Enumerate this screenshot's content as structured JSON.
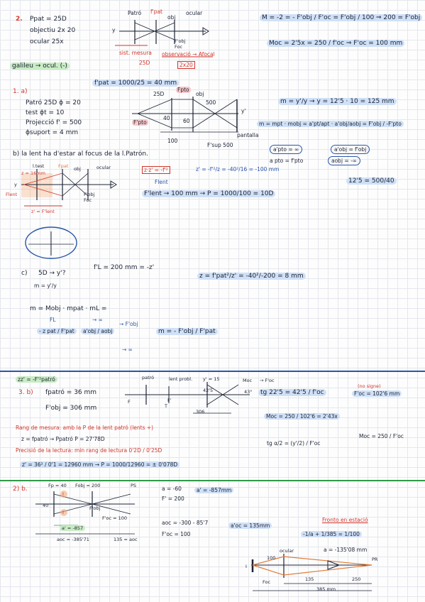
{
  "ex2": {
    "number": "2.",
    "p_pat": "Ppat = 25D",
    "objective": "objectiu 2x 20",
    "ocular": "ocular 25x",
    "galileo": "galileu → ocul. (-)",
    "diagram": {
      "pattern": "Patró",
      "f_pat": "f'pat",
      "obj": "obj",
      "ocular": "ocular",
      "y": "y",
      "f_obj": "F'obj",
      "f_oc": "Foc",
      "sist_mesura": "sist. mesura",
      "d25": "25D",
      "observacio": "observació → Afocal",
      "x20": "2x20"
    },
    "afocal_eq": "M = -2 = - F'obj / F'oc = F'obj / 100 ⇒ 200 = F'obj",
    "moc_eq": "Moc = 2'5x = 250 / f'oc ⇒ F'oc = 100 mm"
  },
  "part_a": {
    "label": "1. a)",
    "f_pat_eq": "f'pat = 1000/25 = 40 mm",
    "rows": [
      "Patró 25D   ϕ = 20",
      "test        ϕt = 10",
      "Projecció   f' = 500",
      "ϕsuport = 4 mm"
    ],
    "diagram": {
      "d25": "25D",
      "f_pto": "Fpto",
      "obj": "obj",
      "f500": "500",
      "d40": "40",
      "d60": "60",
      "f_pto2": "F'pto",
      "y_prime": "y'",
      "d100": "100",
      "pantalla": "pantalla",
      "f_sup": "F'sup 500"
    },
    "m_eq1": "m = y'/y → y = 12'5 · 10 = 125 mm",
    "m_eq2": "m = mpt · mobj = a'pt/apt · a'obj/aobj = F'obj / -F'pto",
    "ovals": [
      "a'pto = ∞",
      "a'obj = f'obj",
      "a pto = f'pto",
      "aobj = -∞"
    ],
    "ratio": "12'5 = 500/40"
  },
  "part_b": {
    "text": "b) la lent ha d'estar al focus de la l.Patrón.",
    "diagram": {
      "z": "z = 16mm",
      "lent_test": "l.test",
      "f_pat": "Fpat",
      "obj": "obj",
      "ocular": "ocular",
      "y": "y",
      "f_lent": "Flent",
      "f_obj": "F'obj",
      "f_oc": "Foc",
      "z_prime": "z' = F'lent"
    },
    "newton": "z·z' = -f'²",
    "newton2": "z' = -f'²/z = -40²/16 = -100 mm",
    "f_lent_label": "Flent",
    "f_lent_eq": "F'lent → 100 mm → P = 1000/100 = 10D"
  },
  "part_c": {
    "label": "c)",
    "text": "5D → y'?",
    "m_def": "m = y'/y",
    "f_eq": "f'L = 200 mm = -z'",
    "z_eq": "z = f'pat²/z' = -40²/-200 = 8 mm",
    "m_eq": "m = Mobj · mpat · mL =",
    "frac1": "- z pat / F'pat",
    "frac2": "a'obj / aobj",
    "result": "m = - F'obj / F'pat",
    "fl": "FL",
    "inf1": "→ ∞",
    "inf2": "→ ∞",
    "f_obj": "→ F'obj"
  },
  "ex3": {
    "zz": "zz' = -F'²patró",
    "label": "3. b)",
    "f_pat": "fpatró = 36 mm",
    "f_obj": "F'obj = 306 mm",
    "rang": "Rang de mesura: amb la P de la lent patró (lents +)",
    "rang2": "z = fpatró → Ppatró  P = 27'78D",
    "prec": "Precisió de la lectura: min rang de lectura 0'2D / 0'25D",
    "z_eq": "z' = 36² / 0'1 = 12960 mm → P = 1000/12960 = ± 0'078D",
    "diagram": {
      "patro": "patró",
      "lent_probl": "lent probl.",
      "y_val": "y' = 15",
      "f": "F",
      "t": "T",
      "f_prime": "F'",
      "d306": "306",
      "a425": "42'5",
      "ang": "43°",
      "moc": "Moc",
      "foc": "→ F'oc"
    },
    "tg_eq": "tg 22'5 = 42'5 / f'oc",
    "no_signe": "(no signe)",
    "f_oc_val": "F'oc = 102'6 mm",
    "moc_eq": "Moc = 250 / 102'6 = 2'43x",
    "moc_formula": "Moc = 250 / F'oc",
    "tg2": "tg α/2 = (y'/2) / F'oc"
  },
  "ex2b": {
    "label": "2) b.",
    "diagram": {
      "f_pto": "Fp = 40",
      "f_obj": "Fobj = 200",
      "ps": "PS",
      "d40": "40",
      "i1": "I",
      "i2": "I",
      "f_obj2": "F'obj",
      "f_oc": "F'oc = 100",
      "a_prime": "a' = -857",
      "a_oc": "aoc = -385'71",
      "d135": "135 = aoc"
    },
    "eq1": "a = -60",
    "eq2": "F' = 200",
    "eq3": "a' = -857mm",
    "eq4": "aoc = -300 - 85'7",
    "eq5": "a'oc = 135mm",
    "eq6": "F'oc = 100",
    "title_red": "Fronto en estació",
    "lens_eq": "-1/a + 1/385 = 1/100",
    "a_val": "a = -135'08 mm",
    "diagram2": {
      "ocular": "ocular",
      "foc": "Foc",
      "pr": "PR",
      "i": "I",
      "d100": "100",
      "d135": "135",
      "d250": "250",
      "d385": "385 mm"
    }
  }
}
